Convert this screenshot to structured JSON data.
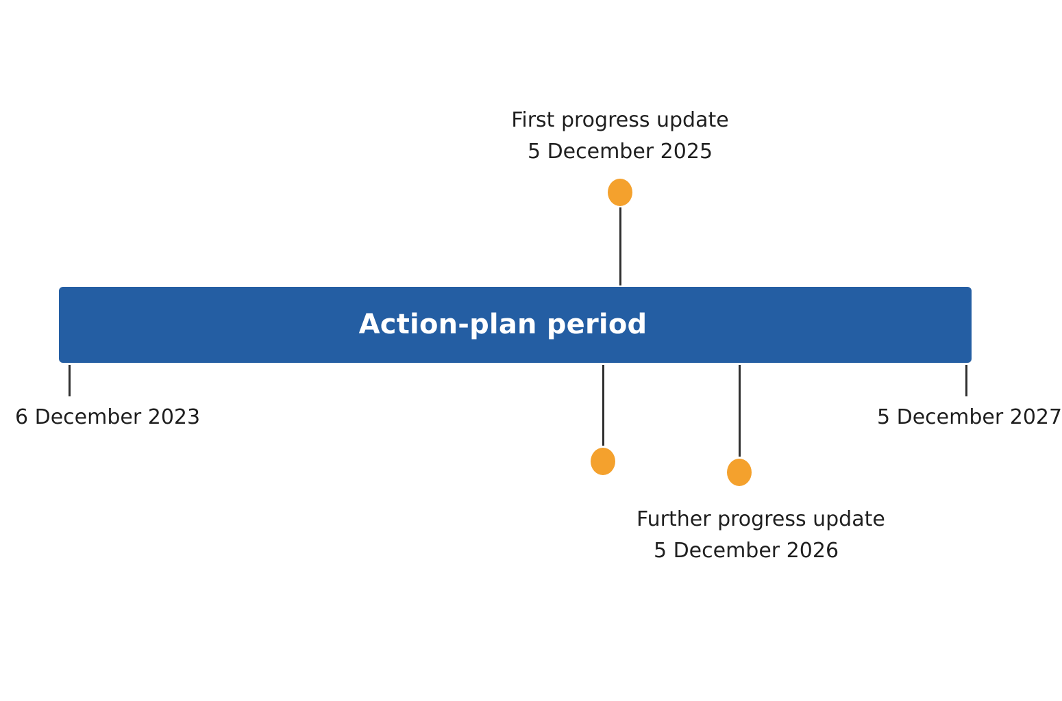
{
  "diagram": {
    "bar_label": "Action-plan period",
    "start_date": "6 December 2023",
    "end_date": "5 December 2027",
    "milestones": {
      "first": {
        "label": "First progress update",
        "date": "5 December 2025"
      },
      "further": {
        "label": "Further progress update",
        "date": "5 December 2026"
      }
    }
  },
  "colors": {
    "bar": "#245ea3",
    "marker": "#f4a12d",
    "line": "#2f2f2f",
    "text": "#1f1f1f",
    "background": "#ffffff"
  }
}
